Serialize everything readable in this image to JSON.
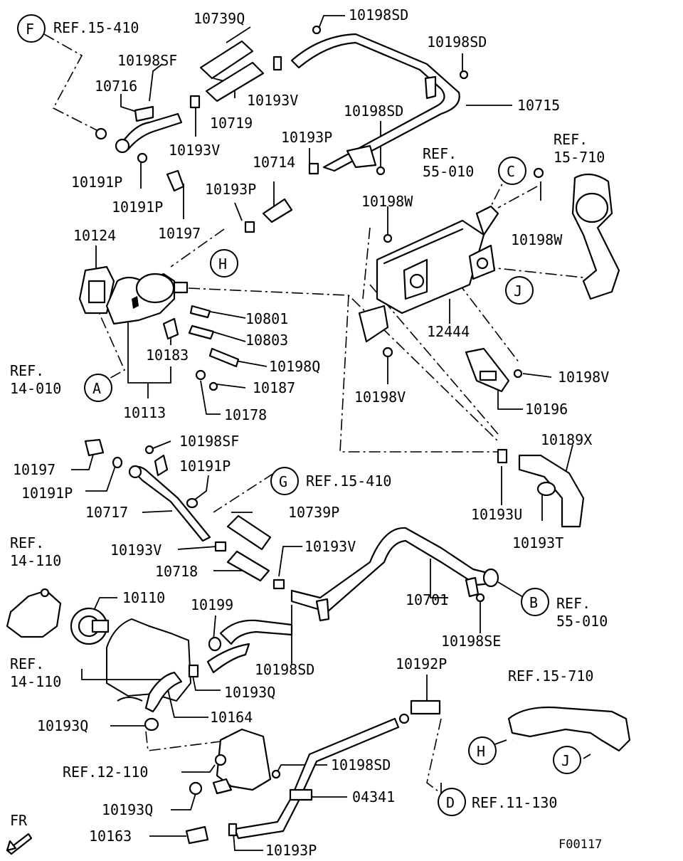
{
  "refs": {
    "f_top": "REF.15-410",
    "r1571_top": "REF.",
    "r1571_top2": "15-710",
    "r55010_top": "REF.",
    "r55010_top2": "55-010",
    "r14010": "REF.",
    "r14010_2": "14-010",
    "g": "REF.15-410",
    "r14110a": "REF.",
    "r14110a_2": "14-110",
    "r14110b": "REF.",
    "r14110b_2": "14-110",
    "b": "REF.",
    "b_2": "55-010",
    "r1571_bot": "REF.15-710",
    "r12110": "REF.12-110",
    "d": "REF.11-130"
  },
  "circles": {
    "F": "F",
    "C": "C",
    "H": "H",
    "J": "J",
    "A": "A",
    "G": "G",
    "B": "B",
    "D": "D",
    "H2": "H",
    "J2": "J"
  },
  "parts": {
    "p10739Q": "10739Q",
    "p10198SD_a": "10198SD",
    "p10198SD_b": "10198SD",
    "p10198SF_a": "10198SF",
    "p10716": "10716",
    "p10193V_a": "10193V",
    "p10719": "10719",
    "p10715": "10715",
    "p10198SD_c": "10198SD",
    "p10193V_b": "10193V",
    "p10193P_a": "10193P",
    "p10714": "10714",
    "p10191P_a": "10191P",
    "p10191P_b": "10191P",
    "p10193P_b": "10193P",
    "p10198W_a": "10198W",
    "p10198W_b": "10198W",
    "p10197_a": "10197",
    "p10124": "10124",
    "p10801": "10801",
    "p10803": "10803",
    "p10183": "10183",
    "p10198Q": "10198Q",
    "p12444": "12444",
    "p10198V_a": "10198V",
    "p10198V_b": "10198V",
    "p10187": "10187",
    "p10113": "10113",
    "p10178": "10178",
    "p10196": "10196",
    "p10198SF_b": "10198SF",
    "p10189X": "10189X",
    "p10197_b": "10197",
    "p10191P_c": "10191P",
    "p10191P_d": "10191P",
    "p10717": "10717",
    "p10739P": "10739P",
    "p10193U": "10193U",
    "p10193V_c": "10193V",
    "p10193V_d": "10193V",
    "p10193T": "10193T",
    "p10718": "10718",
    "p10110": "10110",
    "p10701": "10701",
    "p10199": "10199",
    "p10198SE": "10198SE",
    "p10198SD_d": "10198SD",
    "p10192P": "10192P",
    "p10193Q_a": "10193Q",
    "p10164": "10164",
    "p10193Q_b": "10193Q",
    "p10198SD_e": "10198SD",
    "p04341": "04341",
    "p10193Q_c": "10193Q",
    "p10163": "10163",
    "p10193P_c": "10193P"
  },
  "fr": "FR",
  "code": "F00117"
}
